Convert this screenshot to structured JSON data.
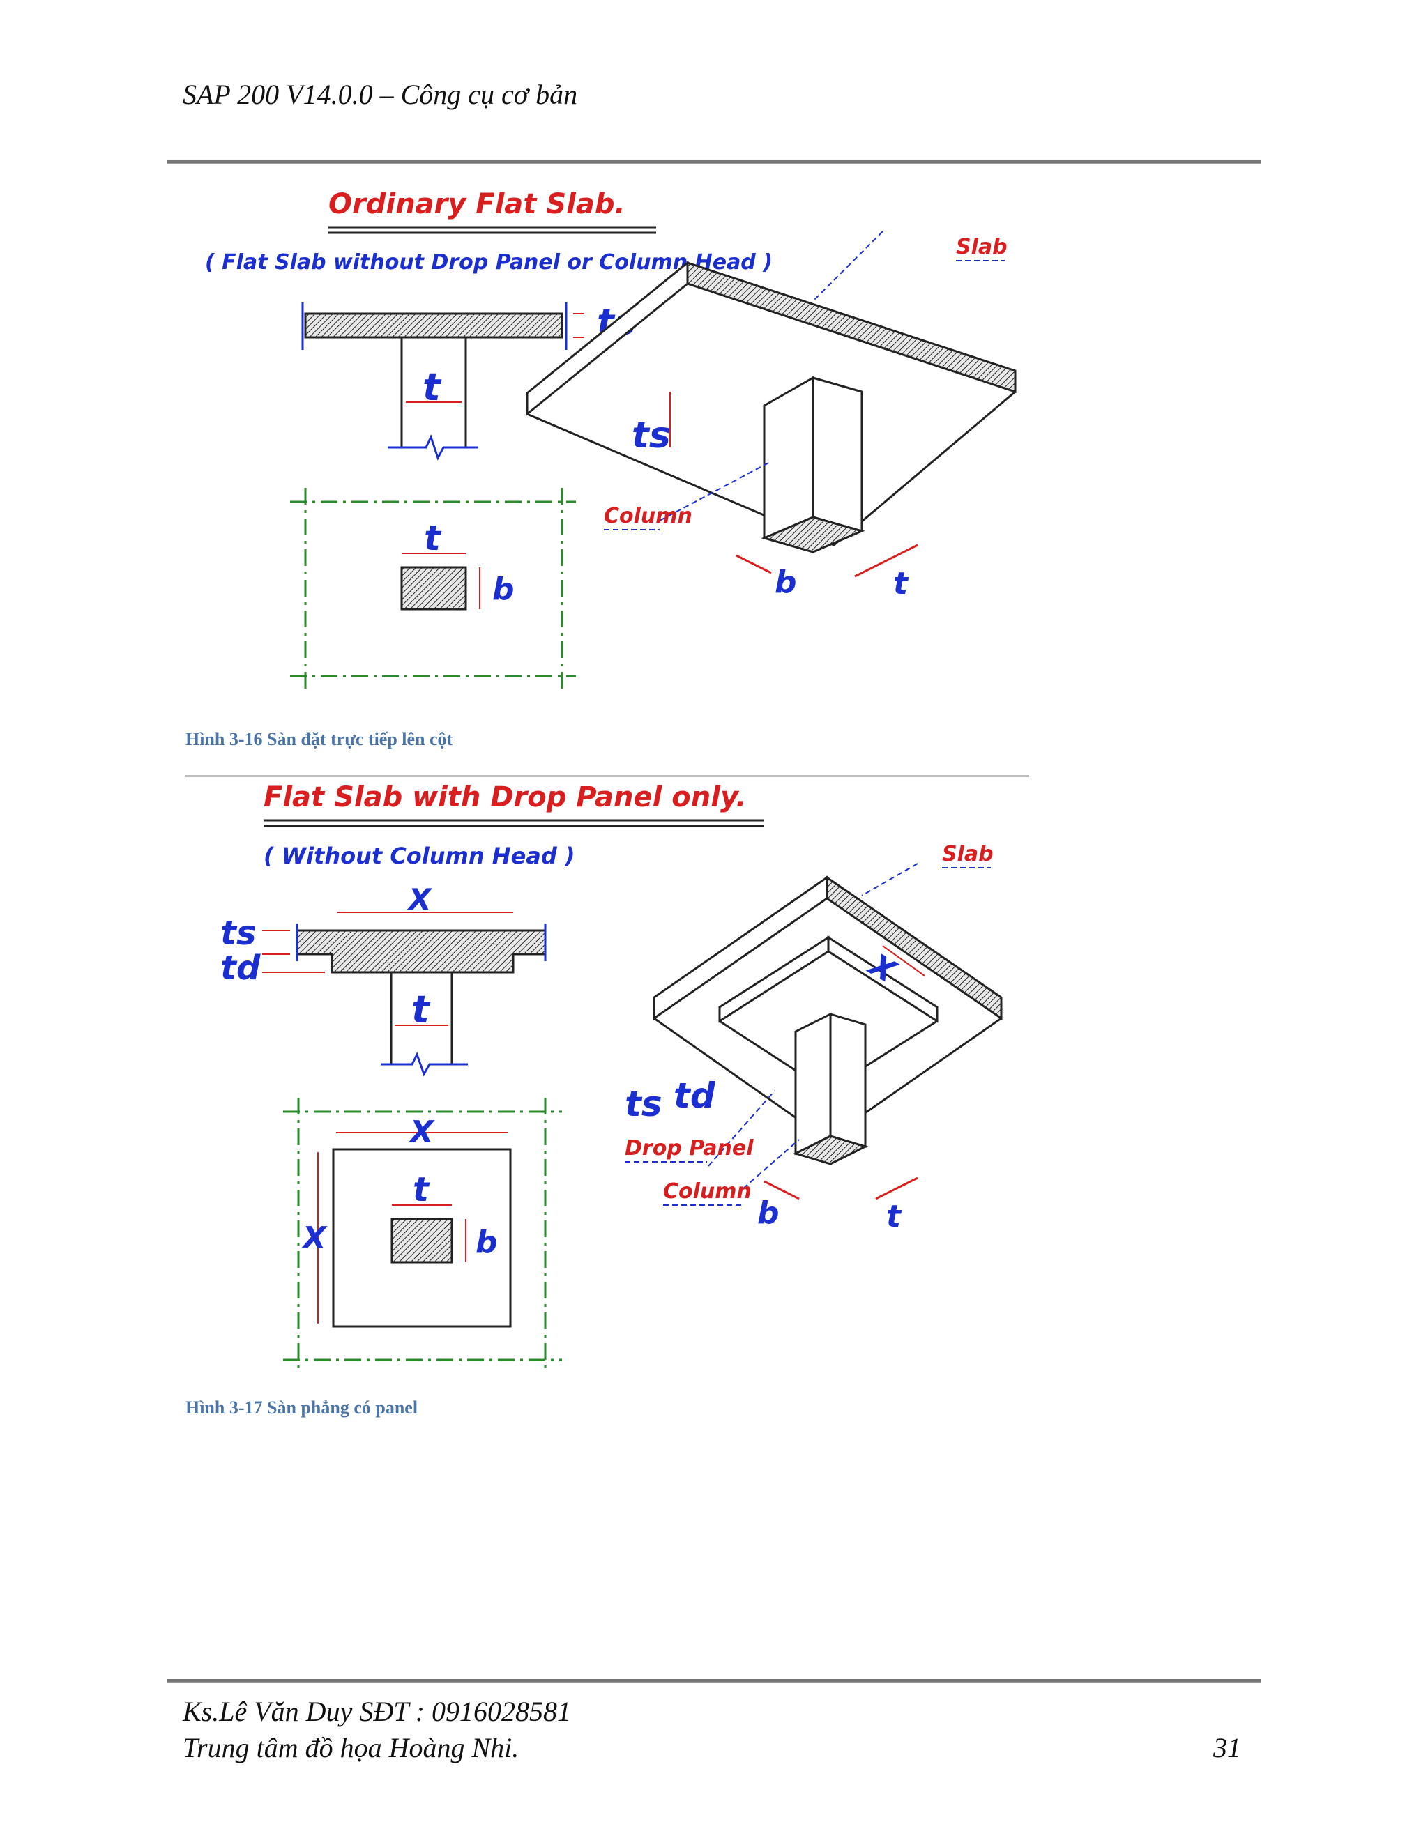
{
  "header": {
    "title": "SAP 200 V14.0.0 – Công cụ cơ bản"
  },
  "figure1": {
    "title": "Ordinary Flat Slab.",
    "subtitle": "( Flat Slab without Drop Panel or Column Head )",
    "labels": {
      "slab": "Slab",
      "column": "Column",
      "ts": "ts",
      "t": "t",
      "b": "b"
    },
    "colors": {
      "title": "#d81e1e",
      "dimension": "#1b2fd0",
      "gridline": "#2a8a2a"
    }
  },
  "caption1": "Hình 3-16 Sàn đặt trực tiếp lên cột",
  "figure2": {
    "title": "Flat Slab with Drop Panel only.",
    "subtitle": "( Without Column Head )",
    "labels": {
      "slab": "Slab",
      "drop_panel": "Drop Panel",
      "column": "Column",
      "ts": "ts",
      "td": "td",
      "t": "t",
      "b": "b",
      "x": "X"
    },
    "colors": {
      "title": "#d81e1e",
      "dimension": "#1b2fd0",
      "gridline": "#2a8a2a"
    }
  },
  "caption2": "Hình 3-17 Sàn phẳng có panel",
  "footer": {
    "line1": "Ks.Lê Văn Duy SĐT : 0916028581",
    "line2": "Trung tâm đồ họa Hoàng Nhi.",
    "page_number": "31"
  }
}
